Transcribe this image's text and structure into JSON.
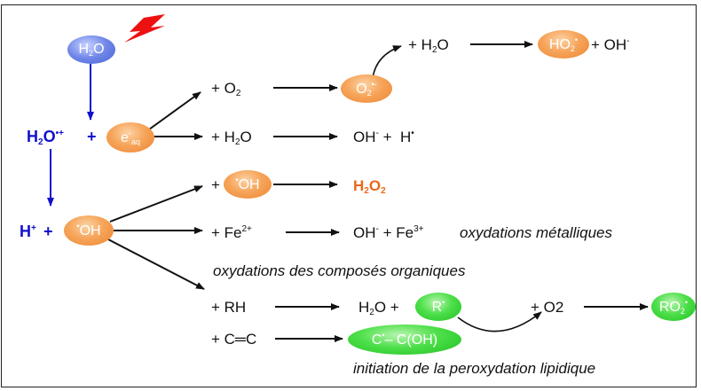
{
  "species": {
    "h2o_top": "H2O",
    "h2o_ion_main": "H",
    "h2o_ion_sub": "2",
    "h2o_ion_tail": "O",
    "h2o_ion_sup": "•+",
    "plus": "+",
    "e_aq_main": "e",
    "e_aq_sup": "-",
    "e_aq_sub": "aq",
    "h_plus_main": "H",
    "h_plus_sup": "+",
    "oh_radical": "OH",
    "oh_radical_dot": "•"
  },
  "row_o2": {
    "reagent_main": "+ O",
    "reagent_sub": "2",
    "product_main": "O",
    "product_sub": "2",
    "product_sup": "•-",
    "followup_main": "+ H",
    "followup_sub": "2",
    "followup_tail": "O",
    "final_main": "HO",
    "final_sub": "2",
    "final_sup": "•",
    "final_extra_main": "+ OH",
    "final_extra_sup": "-"
  },
  "row_h2o": {
    "reagent_main": "+ H",
    "reagent_sub": "2",
    "reagent_tail": "O",
    "product_main": "OH",
    "product_sup": "-",
    "product_mid": " +  H",
    "product_sup2": "•"
  },
  "row_oh": {
    "reagent_prefix": "+",
    "reagent_pill": "OH",
    "reagent_pill_dot": "•",
    "product_main": "H",
    "product_sub": "2",
    "product_mid": "O",
    "product_sub2": "2"
  },
  "row_fe": {
    "reagent_main": "+ Fe",
    "reagent_sup": "2+",
    "product_main": "OH",
    "product_sup": "-",
    "product_mid": " + Fe",
    "product_sup2": "3+",
    "note": "oxydations métalliques"
  },
  "organics_title": "oxydations des composés organiques",
  "row_rh": {
    "reagent": "+ RH",
    "product_main": "H",
    "product_sub": "2",
    "product_mid": "O +",
    "radical": "R",
    "radical_dot": "•",
    "followup": "+ O2",
    "final_main": "RO",
    "final_sub": "2",
    "final_sup": "•"
  },
  "row_cc": {
    "reagent": "+ C═C",
    "product_c": "C",
    "product_dot": "•",
    "product_rest": "– C(OH)"
  },
  "bottom_note": "initiation de la peroxydation lipidique",
  "colors": {
    "orange_accent": "#e8681a",
    "blue_accent": "#1010cc",
    "lightning": "#ee1111",
    "green_pill": "#20c020"
  }
}
